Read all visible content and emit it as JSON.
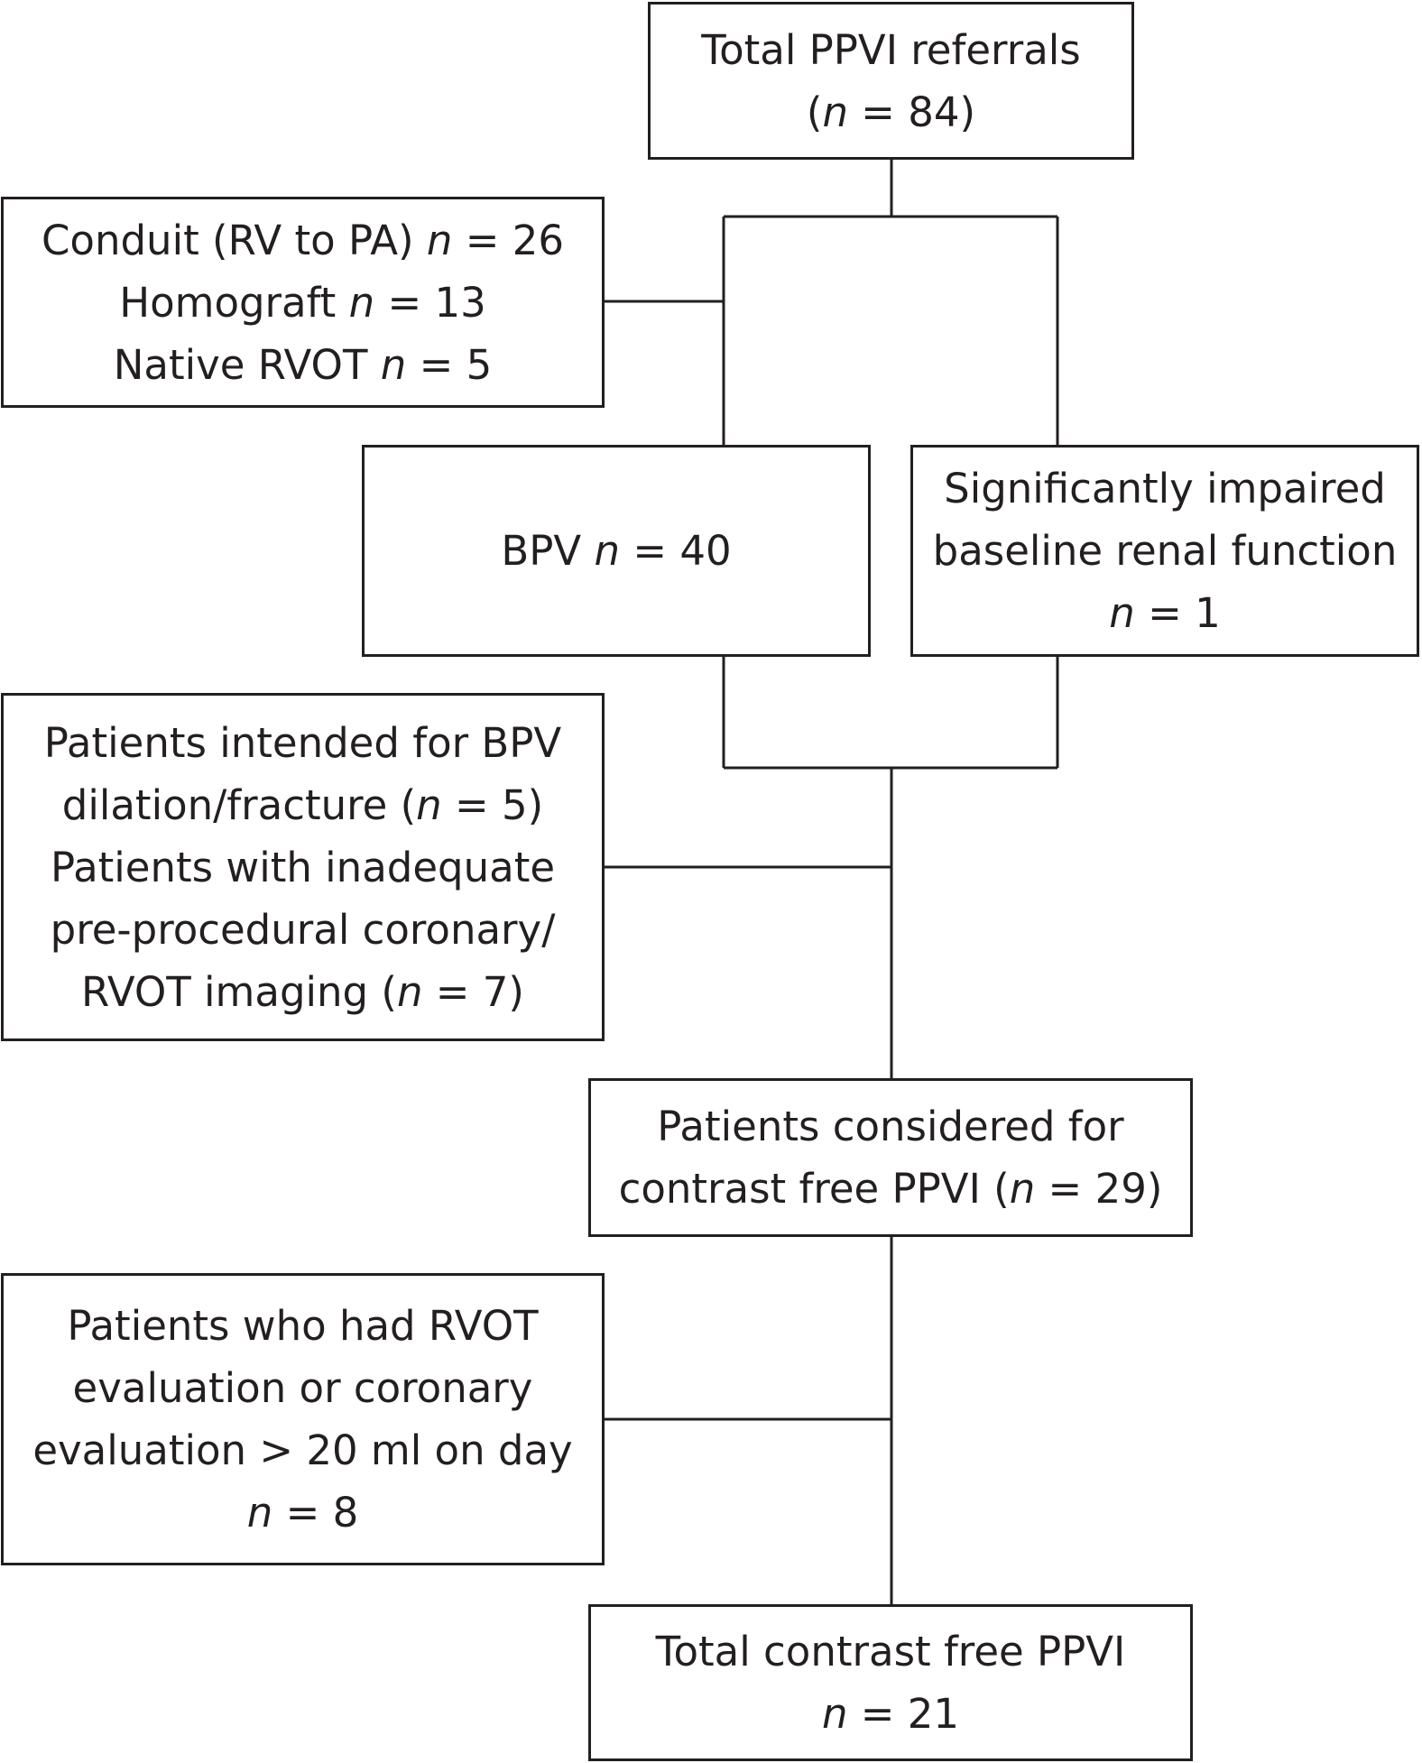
{
  "boxes": {
    "total_referrals": {
      "line1": "Total PPVI referrals",
      "line2_open": "(",
      "line2_n": "n",
      "line2_rest": " = 84)"
    },
    "conduit": {
      "line1_text": "Conduit (RV to PA) ",
      "line1_n": "n",
      "line1_rest": " = 26",
      "line2_text": "Homograft ",
      "line2_n": "n",
      "line2_rest": " = 13",
      "line3_text": "Native RVOT ",
      "line3_n": "n",
      "line3_rest": " = 5"
    },
    "bpv": {
      "text": "BPV ",
      "n": "n",
      "rest": " = 40"
    },
    "renal": {
      "line1": "Significantly impaired",
      "line2": "baseline renal function",
      "line3_n": "n",
      "line3_rest": " = 1"
    },
    "excluded_bpv": {
      "line1": "Patients intended for BPV",
      "line2_text": "dilation/fracture (",
      "line2_n": "n",
      "line2_rest": " = 5)",
      "line3": "Patients with inadequate",
      "line4": "pre-procedural coronary/",
      "line5_text": "RVOT imaging (",
      "line5_n": "n",
      "line5_rest": " = 7)"
    },
    "considered": {
      "line1": "Patients considered for",
      "line2_text": "contrast free PPVI (",
      "line2_n": "n",
      "line2_rest": " = 29)"
    },
    "excluded_contrast": {
      "line1": "Patients who had RVOT",
      "line2": "evaluation or coronary",
      "line3": "evaluation > 20 ml on day",
      "line4_n": "n",
      "line4_rest": " = 8"
    },
    "total_contrast_free": {
      "line1": "Total contrast free PPVI",
      "line2_n": "n",
      "line2_rest": " = 21"
    }
  }
}
